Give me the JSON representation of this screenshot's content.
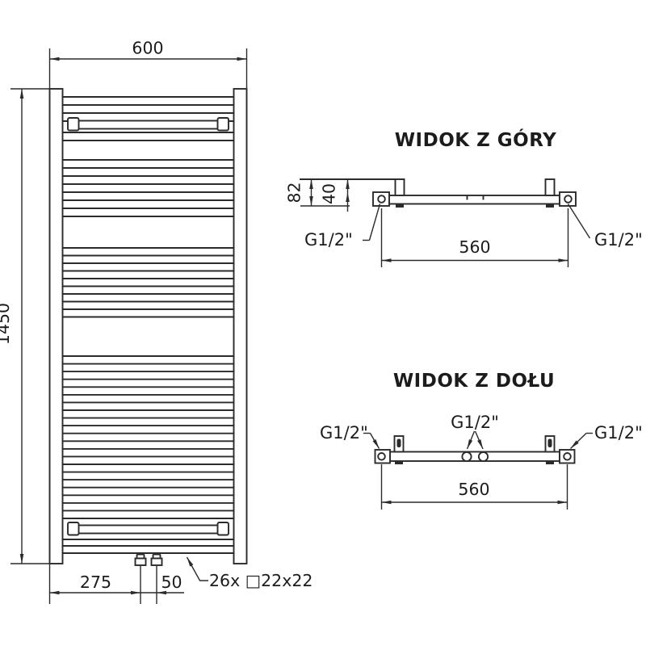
{
  "front_view": {
    "width_mm": "600",
    "height_mm": "1450",
    "bottom_offset_mm": "275",
    "connection_spacing_mm": "50",
    "tubes_note": "26x □22x22"
  },
  "top_view": {
    "title": "WIDOK Z GÓRY",
    "depth_mm": "82",
    "wall_offset_mm": "40",
    "span_mm": "560",
    "thread_left": "G1/2\"",
    "thread_right": "G1/2\""
  },
  "bottom_view": {
    "title": "WIDOK Z DOŁU",
    "span_mm": "560",
    "thread_left": "G1/2\"",
    "thread_center": "G1/2\"",
    "thread_right": "G1/2\""
  }
}
